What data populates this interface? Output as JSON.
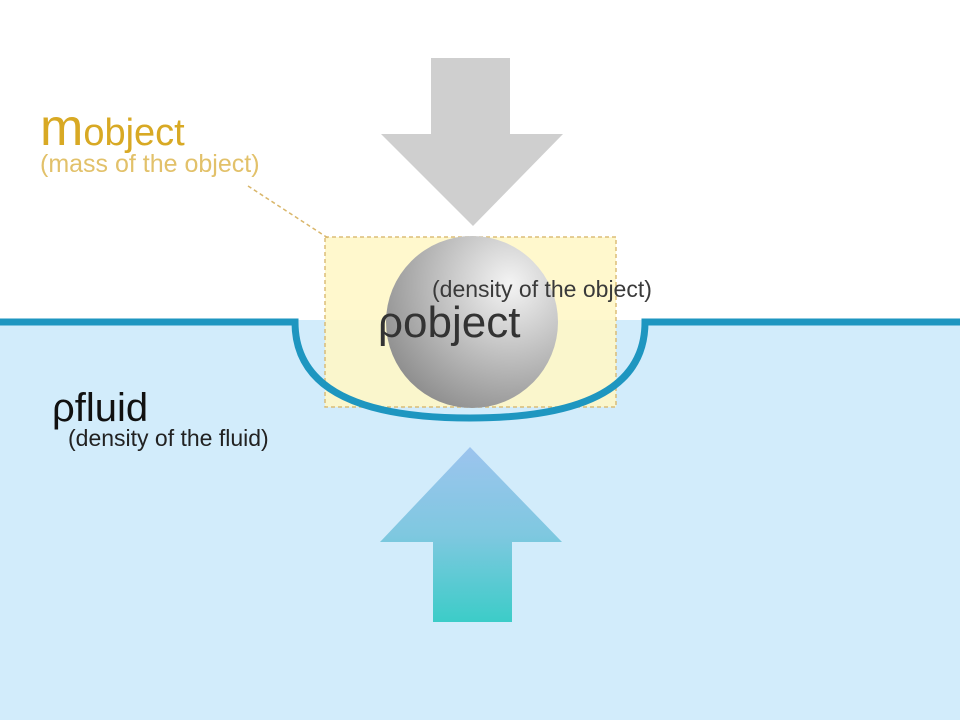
{
  "labels": {
    "mass_symbol": "m",
    "mass_subscript": "object",
    "mass_caption": "(mass of the object)",
    "object_density_symbol": "ρ",
    "object_density_subscript": "object",
    "object_density_caption": "(density of the object)",
    "fluid_density_symbol": "ρ",
    "fluid_density_subscript": "fluid",
    "fluid_density_caption": "(density of the fluid)"
  },
  "colors": {
    "background": "#ffffff",
    "fluid": "#d2ecfb",
    "fluid_surface": "#1e96c0",
    "weight_arrow": "#cfcfcf",
    "buoyancy_arrow_top": "#9cc4ee",
    "buoyancy_arrow_bottom": "#3cccc8",
    "mass_label": "#d8a924",
    "mass_caption": "#e2c16a",
    "highlight_box": "#fff8c8",
    "leader_line": "#d9b66a",
    "text_dark": "#333333",
    "text_black": "#111111"
  }
}
